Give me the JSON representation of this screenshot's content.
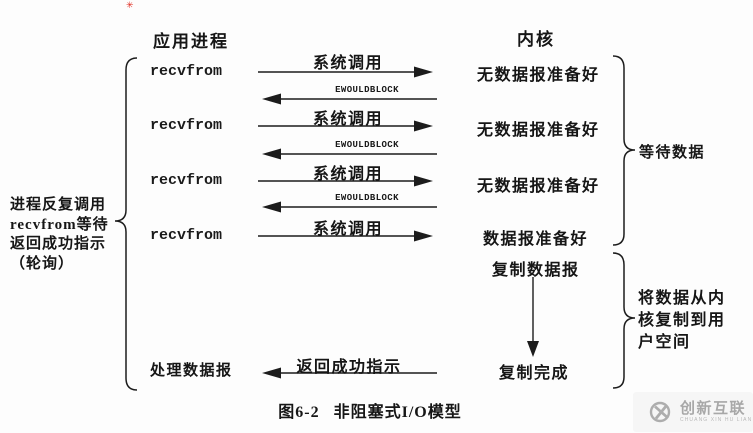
{
  "colors": {
    "ink": "#161616",
    "red_mark": "#e02b20",
    "watermark_gray": "#a8a8a8"
  },
  "decorations": {
    "red_mark_glyph": "✳"
  },
  "headers": {
    "application": "应用进程",
    "kernel": "内核"
  },
  "left_note": {
    "lines": [
      "进程反复调用",
      "recvfrom等待",
      "返回成功指示",
      "（轮询）"
    ]
  },
  "exchanges": [
    {
      "call": "recvfrom",
      "request_label": "系统调用",
      "kernel_state": "无数据报准备好",
      "response_label": "EWOULDBLOCK"
    },
    {
      "call": "recvfrom",
      "request_label": "系统调用",
      "kernel_state": "无数据报准备好",
      "response_label": "EWOULDBLOCK"
    },
    {
      "call": "recvfrom",
      "request_label": "系统调用",
      "kernel_state": "无数据报准备好",
      "response_label": "EWOULDBLOCK"
    },
    {
      "call": "recvfrom",
      "request_label": "系统调用",
      "kernel_state": "数据报准备好"
    }
  ],
  "copy_phase": {
    "start_label": "复制数据报",
    "end_label": "复制完成"
  },
  "completion": {
    "process_label": "处理数据报",
    "response_label": "返回成功指示"
  },
  "brace_labels": {
    "wait": "等待数据",
    "copy": "将数据从内核复制到用户空间"
  },
  "caption": {
    "figure": "图6-2",
    "title": "非阻塞式I/O模型"
  },
  "watermark": {
    "brand": "创新互联",
    "sub": "CHUANG XIN HU LIAN"
  }
}
